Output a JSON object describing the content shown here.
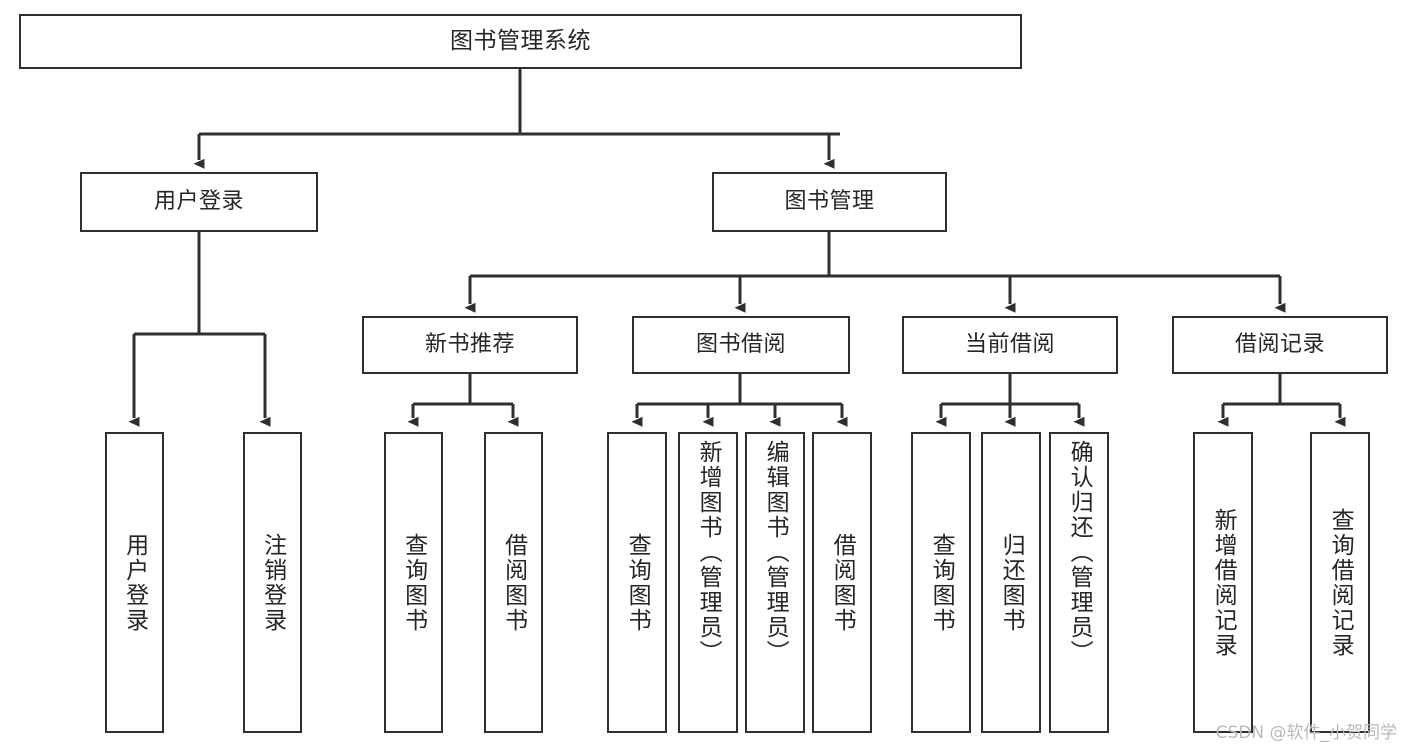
{
  "diagram": {
    "type": "tree",
    "title": "图书管理系统",
    "stroke_color": "#2f2f2f",
    "fill_color": "#ffffff",
    "text_color": "#262626",
    "watermark": "CSDN @软件_小贺同学"
  },
  "nodes": {
    "root": {
      "label": "图书管理系统"
    },
    "level2": [
      {
        "label": "用户登录"
      },
      {
        "label": "图书管理"
      }
    ],
    "level3": [
      {
        "label": "新书推荐"
      },
      {
        "label": "图书借阅"
      },
      {
        "label": "当前借阅"
      },
      {
        "label": "借阅记录"
      }
    ],
    "leaves": {
      "user_login": [
        {
          "label": "用户登录"
        },
        {
          "label": "注销登录"
        }
      ],
      "new_book_recommend": [
        {
          "label": "查询图书"
        },
        {
          "label": "借阅图书"
        }
      ],
      "book_borrow": [
        {
          "label": "查询图书"
        },
        {
          "label": "新增图书（管理员）"
        },
        {
          "label": "编辑图书（管理员）"
        },
        {
          "label": "借阅图书"
        }
      ],
      "current_borrow": [
        {
          "label": "查询图书"
        },
        {
          "label": "归还图书"
        },
        {
          "label": "确认归还（管理员）"
        }
      ],
      "borrow_record": [
        {
          "label": "新增借阅记录"
        },
        {
          "label": "查询借阅记录"
        }
      ]
    }
  }
}
